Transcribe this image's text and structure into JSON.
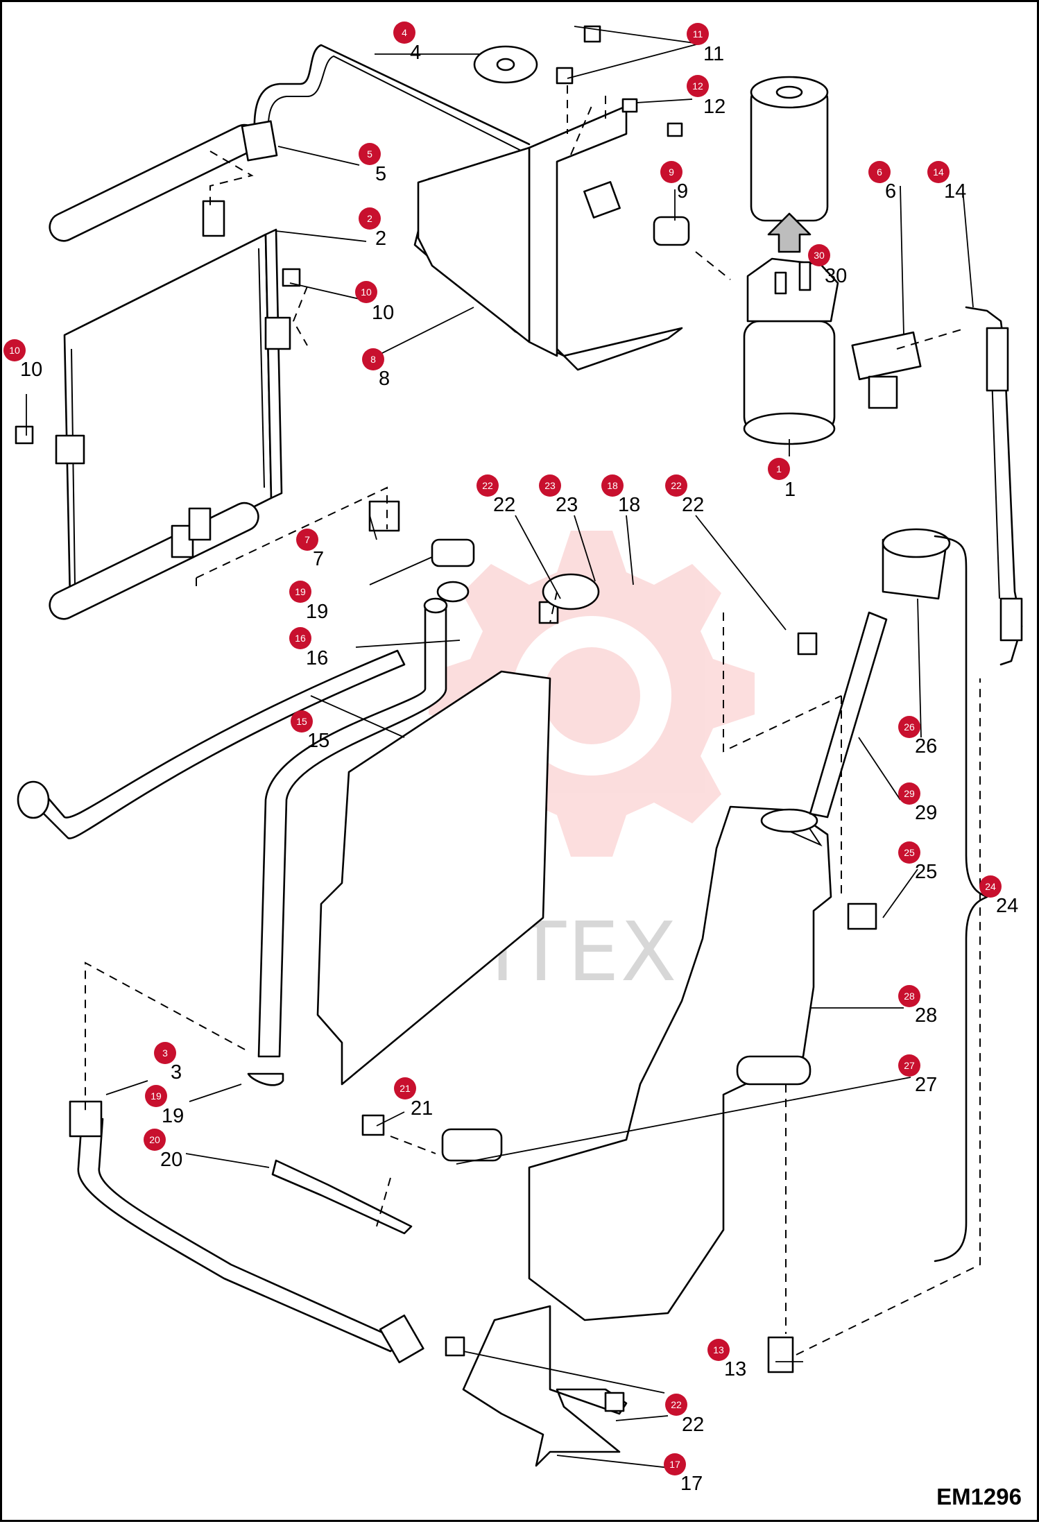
{
  "diagram": {
    "code": "EM1296",
    "watermark": "ИНТЕХ",
    "colors": {
      "badge": "#c8102e",
      "line": "#000000",
      "watermark": "#f06a6a"
    },
    "callouts": [
      {
        "n": "1"
      },
      {
        "n": "2"
      },
      {
        "n": "3"
      },
      {
        "n": "4"
      },
      {
        "n": "5"
      },
      {
        "n": "6"
      },
      {
        "n": "7"
      },
      {
        "n": "8"
      },
      {
        "n": "9"
      },
      {
        "n": "10"
      },
      {
        "n": "10"
      },
      {
        "n": "11"
      },
      {
        "n": "12"
      },
      {
        "n": "13"
      },
      {
        "n": "14"
      },
      {
        "n": "15"
      },
      {
        "n": "16"
      },
      {
        "n": "17"
      },
      {
        "n": "18"
      },
      {
        "n": "19"
      },
      {
        "n": "19"
      },
      {
        "n": "20"
      },
      {
        "n": "21"
      },
      {
        "n": "22"
      },
      {
        "n": "22"
      },
      {
        "n": "22"
      },
      {
        "n": "23"
      },
      {
        "n": "24"
      },
      {
        "n": "25"
      },
      {
        "n": "26"
      },
      {
        "n": "27"
      },
      {
        "n": "28"
      },
      {
        "n": "29"
      },
      {
        "n": "30"
      }
    ]
  }
}
